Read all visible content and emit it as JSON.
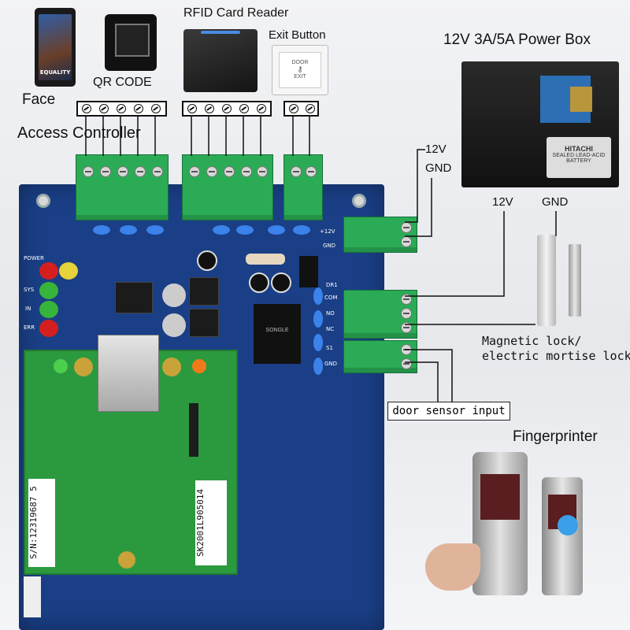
{
  "labels": {
    "face": "Face",
    "qr_code": "QR CODE",
    "rfid_reader": "RFID Card Reader",
    "exit_button": "Exit Button",
    "access_controller": "Access Controller",
    "power_box": "12V 3A/5A Power Box",
    "psu_12v_top": "12V",
    "psu_gnd_top": "GND",
    "lock_12v": "12V",
    "lock_gnd": "GND",
    "magnetic_lock_line1": "Magnetic lock/",
    "magnetic_lock_line2": "electric mortise lock",
    "door_sensor": "door sensor input",
    "fingerprinter": "Fingerprinter"
  },
  "device_text": {
    "face_screen": "EQUALITY",
    "exit_button_top": "DOOR",
    "exit_button_bottom": "EXIT",
    "battery_brand": "HITACHI",
    "battery_sub": "SEALED LEAD-ACID BATTERY"
  },
  "board": {
    "serial_label": "S/N:12319687 5",
    "sk_label": "SK2001L905014",
    "status_leds": [
      "POWER",
      "SYS",
      "IN",
      "ERR"
    ],
    "terminal_labels": [
      "+12V",
      "GND",
      "COM",
      "NO",
      "NC",
      "S1",
      "GND"
    ],
    "silk_dr1": "DR1",
    "relay_text": "SONGLE"
  },
  "colors": {
    "board": "#1a3f86",
    "module": "#2b9a3e",
    "terminal": "#2bab55",
    "wire": "#222222"
  }
}
